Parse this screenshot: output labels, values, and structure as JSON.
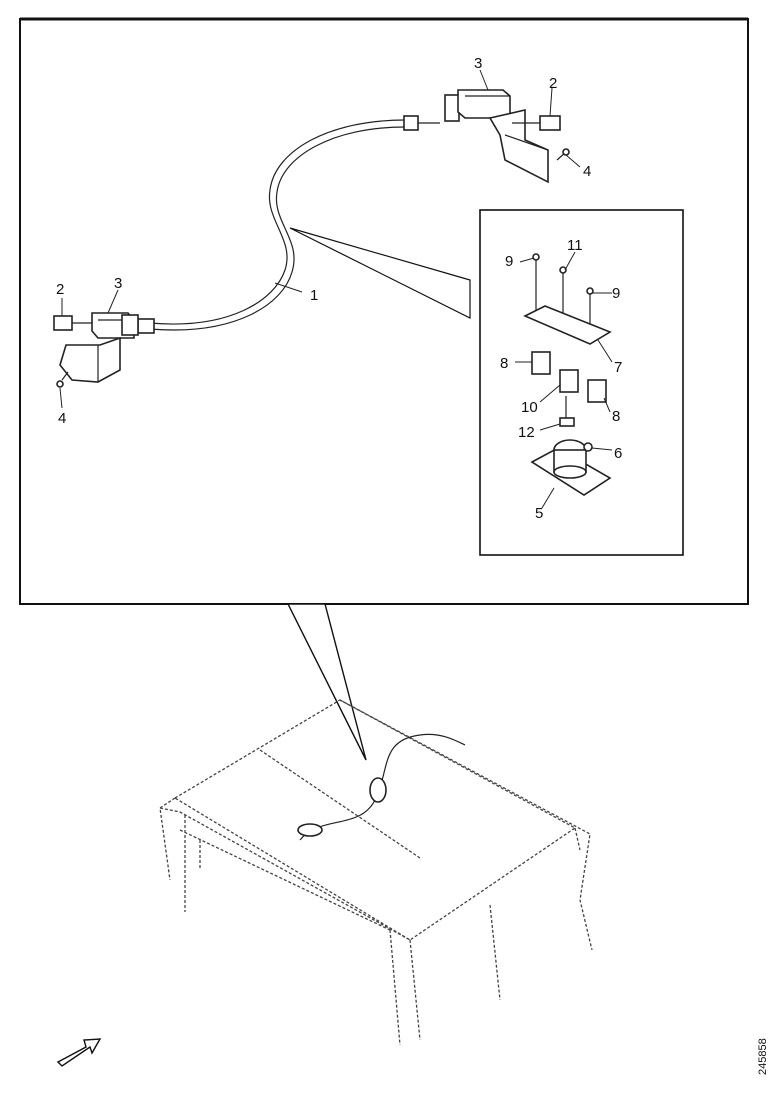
{
  "callouts": {
    "cable": "1",
    "nut_left": "2",
    "nut_right": "2",
    "adapter_left": "3",
    "adapter_right": "3",
    "bolt_left": "4",
    "bolt_right": "4",
    "base": "5",
    "knob": "6",
    "plate": "7",
    "damper_left": "8",
    "damper_right": "8",
    "screw_left": "9",
    "screw_right": "9",
    "damper_center": "10",
    "screw_center": "11",
    "stud": "12"
  },
  "figure_code": "245858"
}
